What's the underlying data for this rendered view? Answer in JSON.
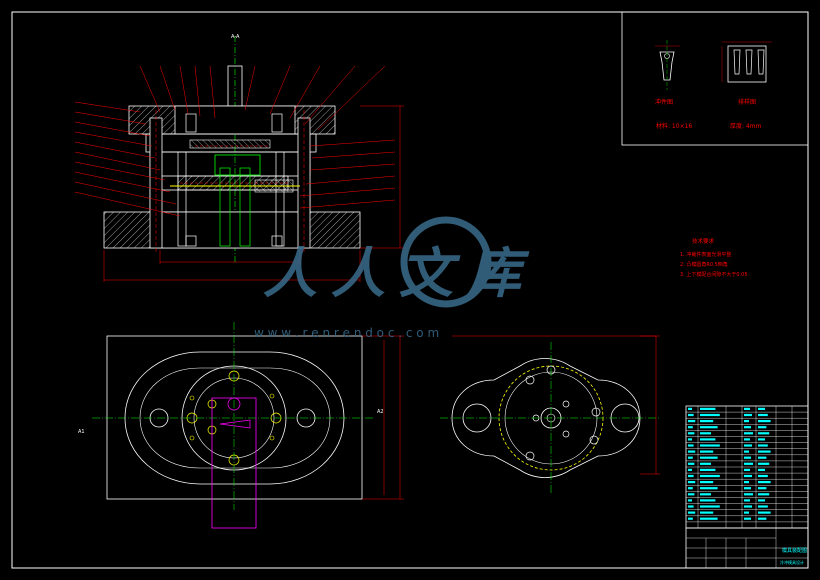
{
  "watermark": {
    "brand": "人人文库",
    "url": "w w w . r e n r e n d o c . c o m"
  },
  "strip_views": {
    "left_caption": "冲件图",
    "right_caption": "排样图",
    "left_spec": "材料: 10×16",
    "right_spec": "厚度: 4mm"
  },
  "section_labels": {
    "top_axis": "A-A",
    "left_axis": "A1",
    "right_axis": "A2"
  },
  "tech_notes": {
    "title": "技术要求",
    "lines": [
      "1. 冲裁件表面光滑平整",
      "2. 凸模圆角R0.5倒角",
      "3. 上下模配合间隙不大于0.05"
    ]
  },
  "title_block": {
    "drawing_name": "模具装配图",
    "company": "冷冲模具设计"
  },
  "colors": {
    "frame": "#ffffff",
    "cyan": "#00ffff",
    "green": "#00ff00",
    "red": "#ff0000",
    "magenta": "#ff00ff",
    "yellow": "#ffff00",
    "watermark": "#3a6d8c"
  }
}
